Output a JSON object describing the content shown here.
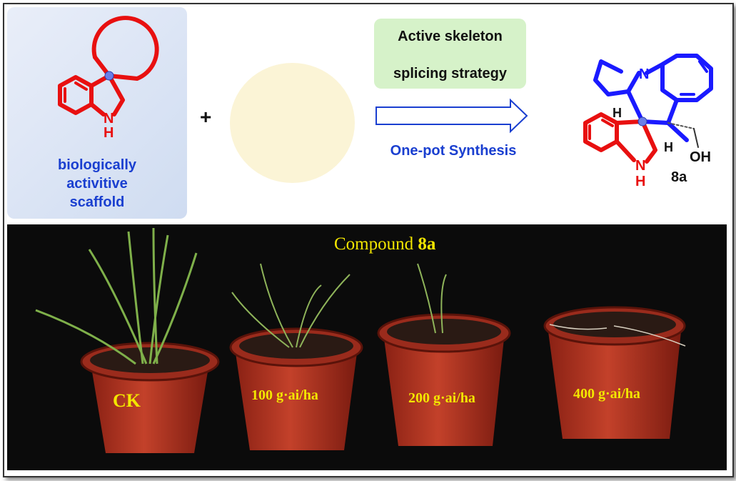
{
  "scaffold": {
    "nh_label": "H",
    "n_label": "N",
    "caption_lines": [
      "biologically",
      "activitive",
      "scaffold"
    ]
  },
  "plus": "+",
  "thq": {
    "n_label": "N",
    "h_label": "H"
  },
  "strategy": {
    "line1": "Active skeleton",
    "line2": "splicing strategy"
  },
  "reaction": {
    "condition": "One-pot Synthesis"
  },
  "product": {
    "compound_id": "8a",
    "labels": {
      "n_top": "N",
      "h_left": "H",
      "h_right": "H",
      "oh": "OH",
      "n_bottom": "N",
      "h_bottom": "H"
    }
  },
  "photo": {
    "title_prefix": "Compound ",
    "title_compound": "8a",
    "pots": [
      {
        "label": "CK"
      },
      {
        "label": "100 g·ai/ha"
      },
      {
        "label": "200 g·ai/ha"
      },
      {
        "label": "400 g·ai/ha"
      }
    ]
  },
  "colors": {
    "red_scaffold": "#e81010",
    "blue_scaffold": "#1a1aff",
    "label_blue": "#1a3fd0",
    "label_yellow": "#f3e600"
  }
}
